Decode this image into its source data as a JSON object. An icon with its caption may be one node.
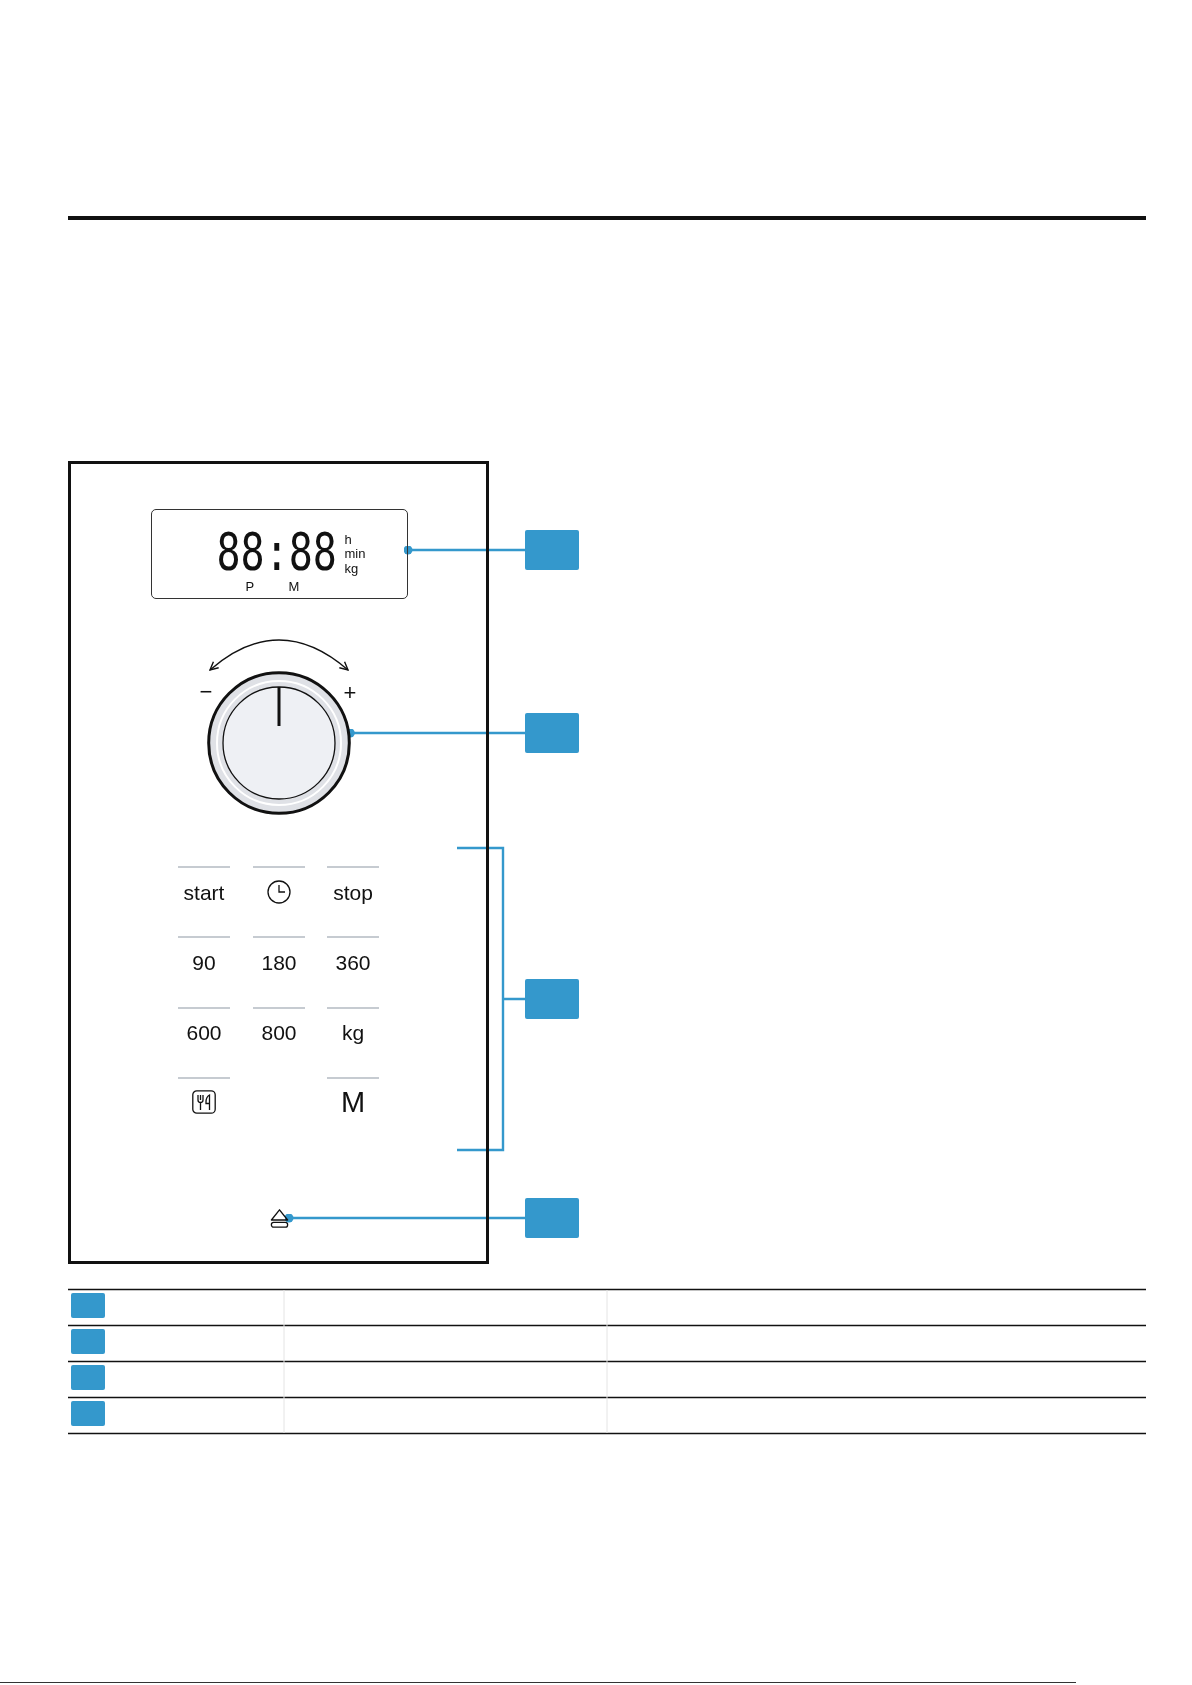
{
  "diagram": {
    "nodes": [
      {
        "text": [],
        "shape": "box"
      },
      {
        "text": [
          "88:88",
          "h",
          "min",
          "kg",
          "P",
          "M"
        ],
        "in": 0
      },
      {
        "text": [],
        "shape": "circle",
        "beside": [
          "−",
          "+"
        ],
        "in": 0
      },
      {
        "text": [],
        "shape": "picture",
        "in": 0
      },
      {
        "text": [],
        "shape": "box"
      },
      {
        "text": [],
        "shape": "box"
      },
      {
        "text": [],
        "shape": "box"
      },
      {
        "text": [],
        "shape": "box"
      },
      {
        "text": [],
        "shape": "box"
      },
      {
        "text": [],
        "shape": "box"
      },
      {
        "text": [],
        "shape": "box"
      },
      {
        "text": [],
        "shape": "box"
      }
    ],
    "edges": [
      {
        "from": 4,
        "to": 1,
        "arrow": "other"
      },
      {
        "from": 5,
        "to": 2,
        "arrow": "other"
      },
      {
        "from": 6,
        "to": null,
        "arrow": "none"
      },
      {
        "from": 7,
        "to": 3,
        "arrow": "other"
      }
    ],
    "labels": [
      "start",
      "stop",
      "90",
      "180",
      "360",
      "600",
      "800",
      "kg",
      "M"
    ]
  }
}
